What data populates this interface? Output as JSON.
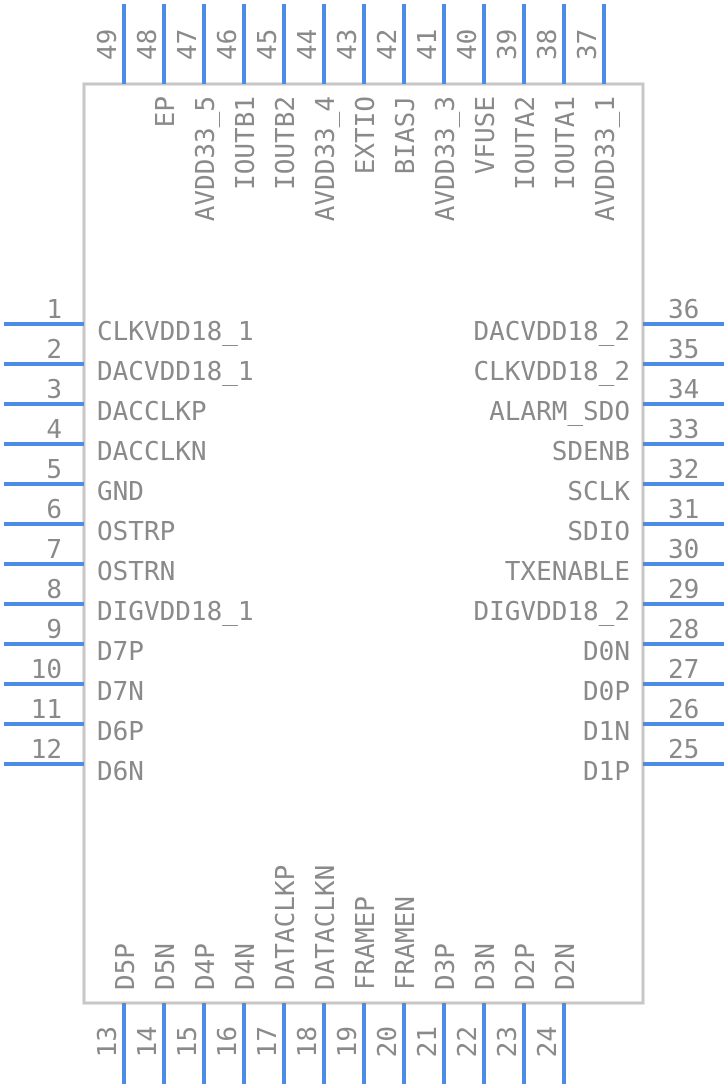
{
  "component": {
    "left_pins": [
      {
        "num": "1",
        "name": "CLKVDD18_1"
      },
      {
        "num": "2",
        "name": "DACVDD18_1"
      },
      {
        "num": "3",
        "name": "DACCLKP"
      },
      {
        "num": "4",
        "name": "DACCLKN"
      },
      {
        "num": "5",
        "name": "GND"
      },
      {
        "num": "6",
        "name": "OSTRP"
      },
      {
        "num": "7",
        "name": "OSTRN"
      },
      {
        "num": "8",
        "name": "DIGVDD18_1"
      },
      {
        "num": "9",
        "name": "D7P"
      },
      {
        "num": "10",
        "name": "D7N"
      },
      {
        "num": "11",
        "name": "D6P"
      },
      {
        "num": "12",
        "name": "D6N"
      }
    ],
    "bottom_pins": [
      {
        "num": "13",
        "name": "D5P"
      },
      {
        "num": "14",
        "name": "D5N"
      },
      {
        "num": "15",
        "name": "D4P"
      },
      {
        "num": "16",
        "name": "D4N"
      },
      {
        "num": "17",
        "name": "DATACLKP"
      },
      {
        "num": "18",
        "name": "DATACLKN"
      },
      {
        "num": "19",
        "name": "FRAMEP"
      },
      {
        "num": "20",
        "name": "FRAMEN"
      },
      {
        "num": "21",
        "name": "D3P"
      },
      {
        "num": "22",
        "name": "D3N"
      },
      {
        "num": "23",
        "name": "D2P"
      },
      {
        "num": "24",
        "name": "D2N"
      }
    ],
    "right_pins": [
      {
        "num": "25",
        "name": "D1P"
      },
      {
        "num": "26",
        "name": "D1N"
      },
      {
        "num": "27",
        "name": "D0P"
      },
      {
        "num": "28",
        "name": "D0N"
      },
      {
        "num": "29",
        "name": "DIGVDD18_2"
      },
      {
        "num": "30",
        "name": "TXENABLE"
      },
      {
        "num": "31",
        "name": "SDIO"
      },
      {
        "num": "32",
        "name": "SCLK"
      },
      {
        "num": "33",
        "name": "SDENB"
      },
      {
        "num": "34",
        "name": "ALARM_SDO"
      },
      {
        "num": "35",
        "name": "CLKVDD18_2"
      },
      {
        "num": "36",
        "name": "DACVDD18_2"
      }
    ],
    "top_pins": [
      {
        "num": "37",
        "name": "AVDD33_1"
      },
      {
        "num": "38",
        "name": "IOUTA1"
      },
      {
        "num": "39",
        "name": "IOUTA2"
      },
      {
        "num": "40",
        "name": "VFUSE"
      },
      {
        "num": "41",
        "name": "AVDD33_3"
      },
      {
        "num": "42",
        "name": "BIASJ"
      },
      {
        "num": "43",
        "name": "EXTIO"
      },
      {
        "num": "44",
        "name": "AVDD33_4"
      },
      {
        "num": "45",
        "name": "IOUTB2"
      },
      {
        "num": "46",
        "name": "IOUTB1"
      },
      {
        "num": "47",
        "name": "AVDD33_5"
      },
      {
        "num": "48",
        "name": "EP"
      },
      {
        "num": "49",
        "name": ""
      }
    ],
    "colors": {
      "pin": "#4a8ce6",
      "outline": "#c7c7c7",
      "text": "#8a8a8a"
    }
  }
}
